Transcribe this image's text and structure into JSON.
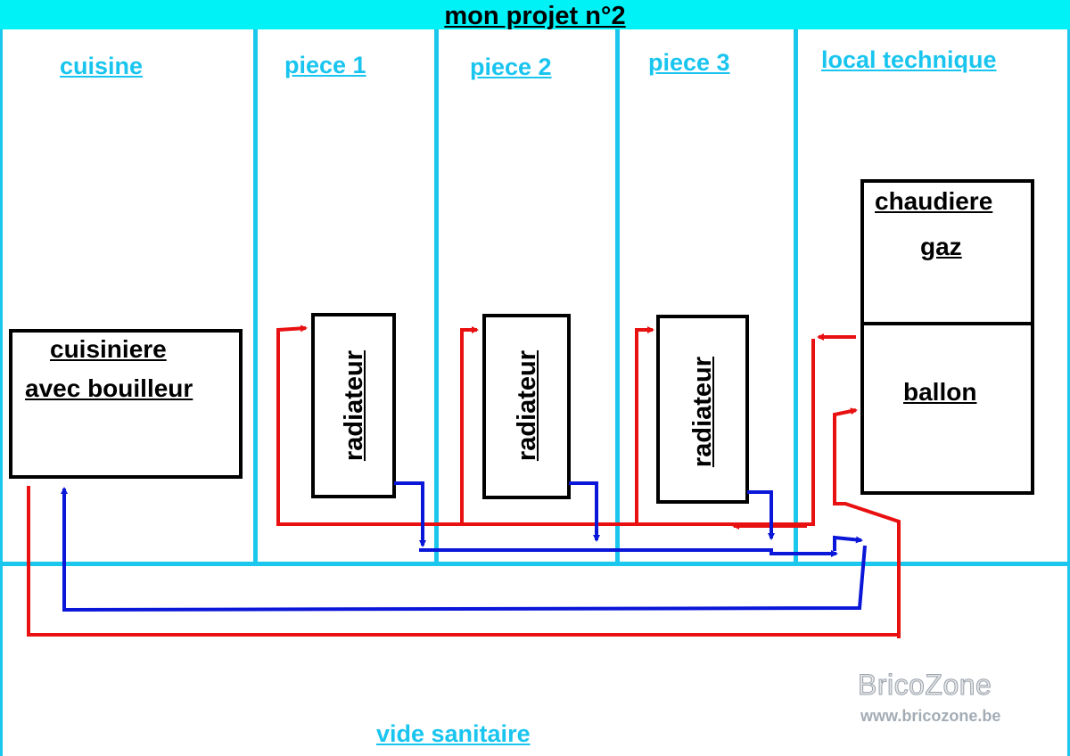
{
  "title": "mon projet n°2",
  "rooms": {
    "cuisine": "cuisine",
    "piece1": "piece 1",
    "piece2": "piece 2",
    "piece3": "piece 3",
    "local": "local technique",
    "vide": "vide sanitaire"
  },
  "cuisiniere": {
    "line1": "cuisiniere",
    "line2": "avec bouilleur"
  },
  "radiator_label": "radiateur",
  "chaudiere": {
    "line1": "chaudiere",
    "line2": "gaz"
  },
  "ballon": "ballon",
  "watermark": {
    "brand": "BricoZone",
    "url": "www.bricozone.be"
  },
  "colors": {
    "frame": "#1cc7ee",
    "title_bar": "#00f2f7",
    "hot_pipe": "#e81010",
    "cold_pipe": "#0a16d8",
    "room_label": "#19c5ef"
  }
}
